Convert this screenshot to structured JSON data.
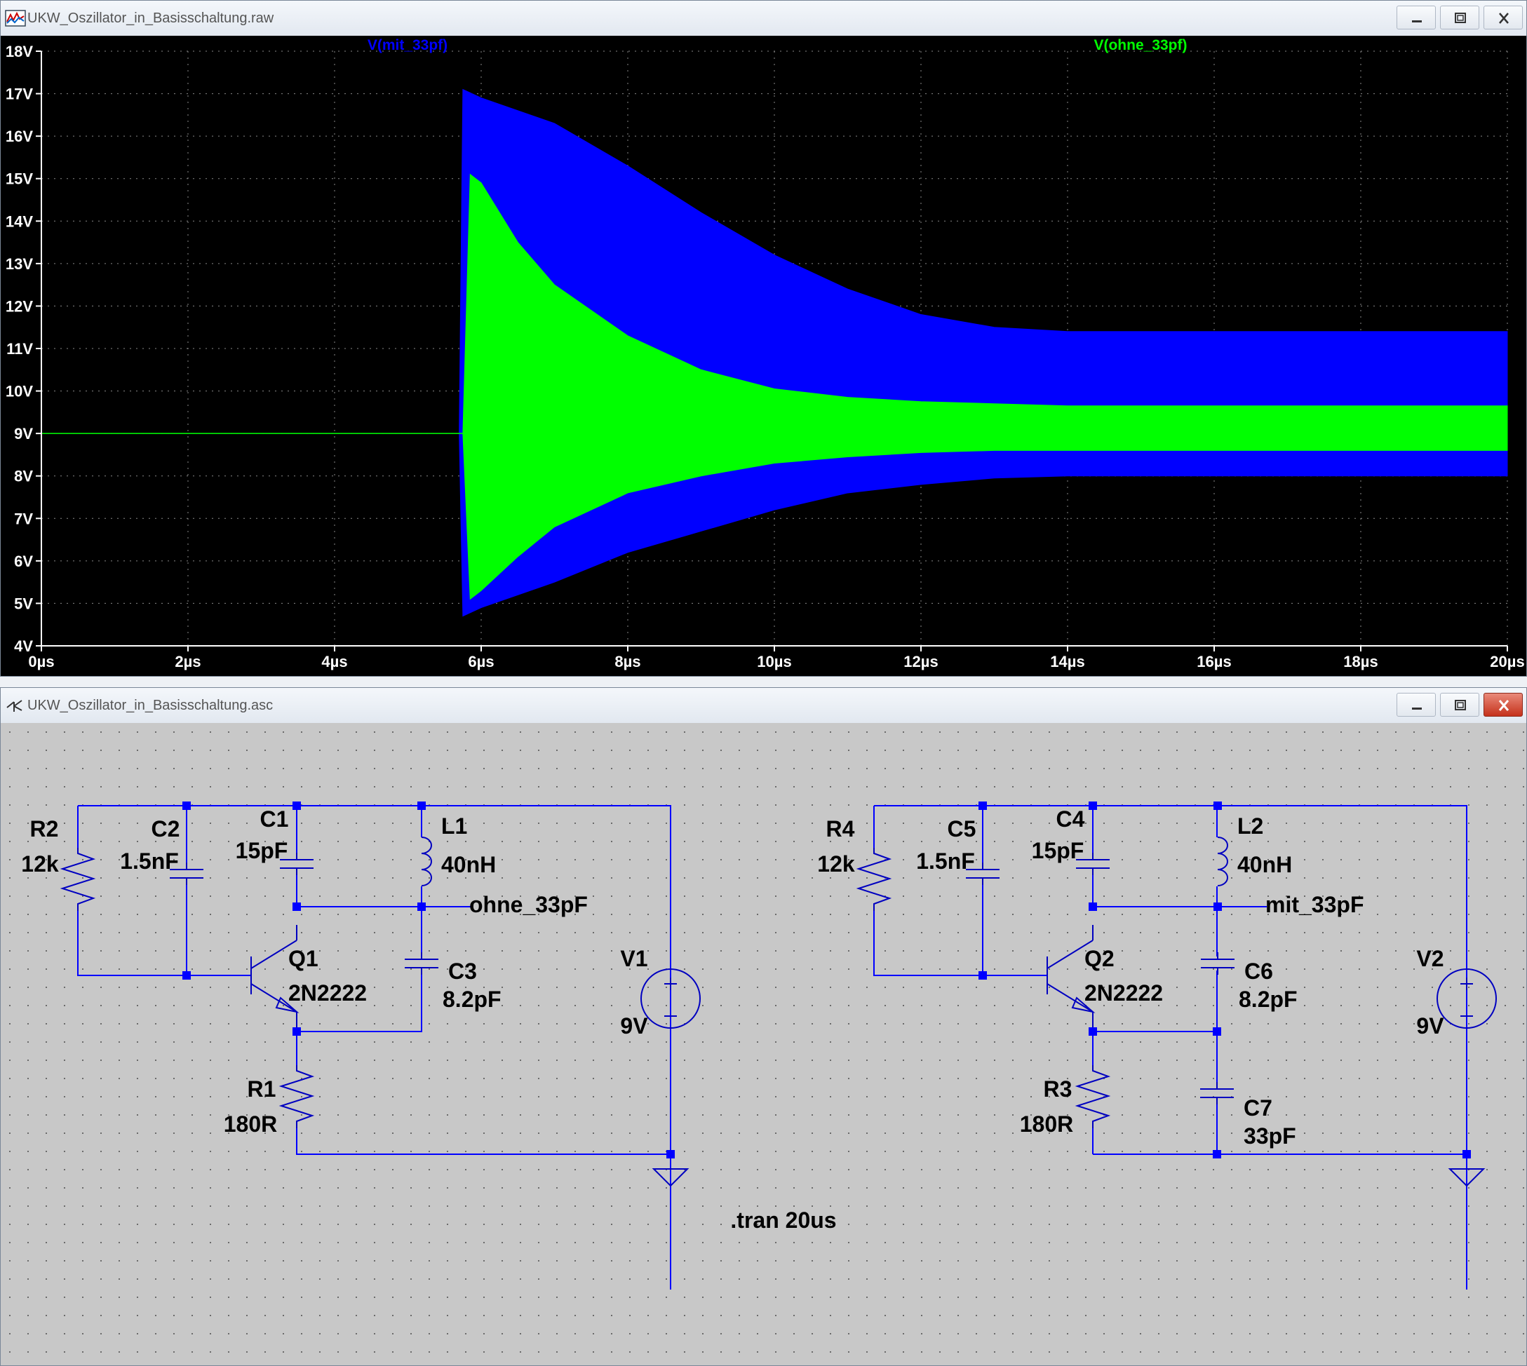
{
  "plot_window": {
    "title": "UKW_Oszillator_in_Basisschaltung.raw",
    "buttons": [
      "minimize-icon",
      "maximize-icon",
      "close-icon"
    ]
  },
  "chart_data": {
    "type": "area",
    "title": "",
    "xlabel": "",
    "ylabel": "",
    "xlim": [
      0,
      20
    ],
    "ylim": [
      4,
      18
    ],
    "x_unit": "µs",
    "y_unit": "V",
    "x_ticks": [
      "0µs",
      "2µs",
      "4µs",
      "6µs",
      "8µs",
      "10µs",
      "12µs",
      "14µs",
      "16µs",
      "18µs",
      "20µs"
    ],
    "y_ticks": [
      "4V",
      "5V",
      "6V",
      "7V",
      "8V",
      "9V",
      "10V",
      "11V",
      "12V",
      "13V",
      "14V",
      "15V",
      "16V",
      "17V",
      "18V"
    ],
    "grid": true,
    "background": "#000000",
    "series": [
      {
        "name": "V(mit_33pf)",
        "color": "#0000ff",
        "envelope_x": [
          0,
          5.7,
          5.75,
          6.0,
          7.0,
          8.0,
          9.0,
          10.0,
          11.0,
          12.0,
          13.0,
          14.0,
          16.0,
          18.0,
          20.0
        ],
        "upper": [
          9.0,
          9.0,
          17.1,
          16.9,
          16.3,
          15.3,
          14.2,
          13.2,
          12.4,
          11.8,
          11.5,
          11.4,
          11.4,
          11.4,
          11.4
        ],
        "lower": [
          9.0,
          9.0,
          4.7,
          4.9,
          5.5,
          6.2,
          6.7,
          7.2,
          7.6,
          7.8,
          7.95,
          8.0,
          8.0,
          8.0,
          8.0
        ]
      },
      {
        "name": "V(ohne_33pf)",
        "color": "#00ff00",
        "envelope_x": [
          0,
          5.75,
          5.85,
          6.0,
          6.5,
          7.0,
          8.0,
          9.0,
          10.0,
          11.0,
          12.0,
          13.0,
          14.0,
          16.0,
          18.0,
          20.0
        ],
        "upper": [
          9.0,
          9.0,
          15.1,
          14.9,
          13.5,
          12.5,
          11.3,
          10.5,
          10.05,
          9.85,
          9.75,
          9.7,
          9.65,
          9.65,
          9.65,
          9.65
        ],
        "lower": [
          9.0,
          9.0,
          5.1,
          5.3,
          6.1,
          6.8,
          7.6,
          8.0,
          8.3,
          8.45,
          8.55,
          8.6,
          8.6,
          8.6,
          8.6,
          8.6
        ]
      }
    ]
  },
  "schematic_window": {
    "title": "UKW_Oszillator_in_Basisschaltung.asc",
    "buttons": [
      "minimize-icon",
      "maximize-icon",
      "close-icon"
    ],
    "directive": ".tran 20us",
    "left": {
      "R2": {
        "name": "R2",
        "value": "12k"
      },
      "C2": {
        "name": "C2",
        "value": "1.5nF"
      },
      "C1": {
        "name": "C1",
        "value": "15pF"
      },
      "L1": {
        "name": "L1",
        "value": "40nH"
      },
      "net": "ohne_33pF",
      "Q1": {
        "name": "Q1",
        "value": "2N2222"
      },
      "C3": {
        "name": "C3",
        "value": "8.2pF"
      },
      "V1": {
        "name": "V1",
        "value": "9V"
      },
      "R1": {
        "name": "R1",
        "value": "180R"
      }
    },
    "right": {
      "R4": {
        "name": "R4",
        "value": "12k"
      },
      "C5": {
        "name": "C5",
        "value": "1.5nF"
      },
      "C4": {
        "name": "C4",
        "value": "15pF"
      },
      "L2": {
        "name": "L2",
        "value": "40nH"
      },
      "net": "mit_33pF",
      "Q2": {
        "name": "Q2",
        "value": "2N2222"
      },
      "C6": {
        "name": "C6",
        "value": "8.2pF"
      },
      "V2": {
        "name": "V2",
        "value": "9V"
      },
      "R3": {
        "name": "R3",
        "value": "180R"
      },
      "C7": {
        "name": "C7",
        "value": "33pF"
      }
    },
    "colors": {
      "wire": "#0000ff",
      "component": "#0000c0",
      "junction": "#0000ff",
      "canvas": "#c8c8c8",
      "grid_dot": "#707070"
    }
  }
}
